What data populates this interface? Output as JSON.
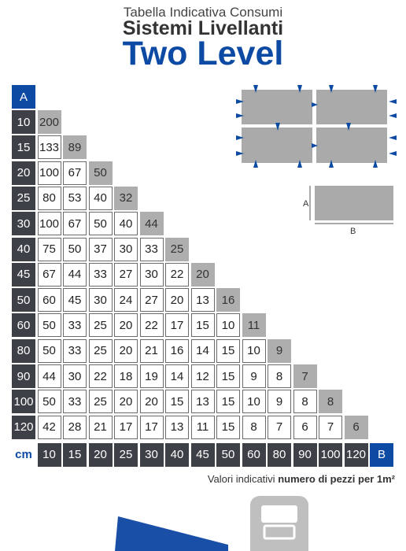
{
  "header": {
    "line1": "Tabella Indicativa Consumi",
    "line2": "Sistemi Livellanti",
    "line3": "Two Level"
  },
  "table": {
    "corner_label": "A",
    "unit_label": "cm",
    "b_label": "B",
    "row_headers": [
      "10",
      "15",
      "20",
      "25",
      "30",
      "40",
      "45",
      "50",
      "60",
      "80",
      "90",
      "100",
      "120"
    ],
    "col_headers": [
      "10",
      "15",
      "20",
      "25",
      "30",
      "40",
      "45",
      "50",
      "60",
      "80",
      "90",
      "100",
      "120"
    ],
    "rows": [
      [
        "200"
      ],
      [
        "133",
        "89"
      ],
      [
        "100",
        "67",
        "50"
      ],
      [
        "80",
        "53",
        "40",
        "32"
      ],
      [
        "100",
        "67",
        "50",
        "40",
        "44"
      ],
      [
        "75",
        "50",
        "37",
        "30",
        "33",
        "25"
      ],
      [
        "67",
        "44",
        "33",
        "27",
        "30",
        "22",
        "20"
      ],
      [
        "60",
        "45",
        "30",
        "24",
        "27",
        "20",
        "13",
        "16"
      ],
      [
        "50",
        "33",
        "25",
        "20",
        "22",
        "17",
        "15",
        "10",
        "11"
      ],
      [
        "50",
        "33",
        "25",
        "20",
        "21",
        "16",
        "14",
        "15",
        "10",
        "9"
      ],
      [
        "44",
        "30",
        "22",
        "18",
        "19",
        "14",
        "12",
        "15",
        "9",
        "8",
        "7"
      ],
      [
        "50",
        "33",
        "25",
        "20",
        "20",
        "15",
        "13",
        "15",
        "10",
        "9",
        "8",
        "8"
      ],
      [
        "42",
        "28",
        "21",
        "17",
        "17",
        "13",
        "11",
        "15",
        "8",
        "7",
        "6",
        "7",
        "6"
      ]
    ]
  },
  "diagram": {
    "label_a": "A",
    "label_b": "B"
  },
  "footer": {
    "note_prefix": "Valori indicativi ",
    "note_bold": "numero di pezzi per 1m²"
  },
  "colors": {
    "header_cell": "#3d4046",
    "diagonal_cell": "#aeaeae",
    "accent_blue": "#0d4aa3",
    "tile_gray": "#aaaaaa"
  }
}
